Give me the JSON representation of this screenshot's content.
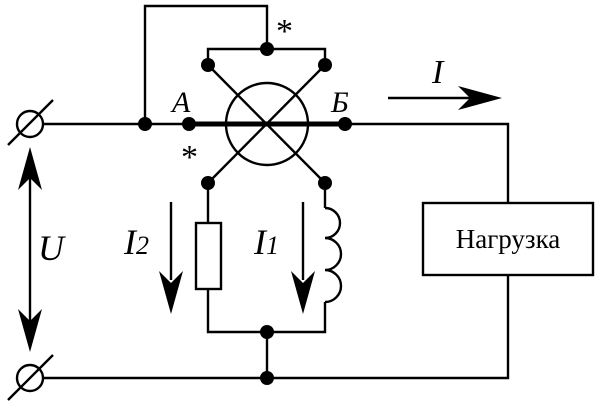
{
  "diagram": {
    "type": "electrical-circuit",
    "description": "Wattmeter connection with resistive and inductive branches feeding a load",
    "labels": {
      "node_a": "А",
      "node_b": "Б",
      "current_total": "I",
      "current_1": "I",
      "current_1_sub": "1",
      "current_2": "I",
      "current_2_sub": "2",
      "voltage": "U",
      "star_top": "*",
      "star_left": "*",
      "load": "Нагрузка"
    },
    "components": [
      {
        "id": "wattmeter",
        "kind": "wattmeter-circle-cross"
      },
      {
        "id": "resistor",
        "kind": "resistor"
      },
      {
        "id": "inductor",
        "kind": "inductor",
        "turns": 3
      },
      {
        "id": "load",
        "kind": "load-box"
      },
      {
        "id": "terminal-top",
        "kind": "terminal"
      },
      {
        "id": "terminal-bottom",
        "kind": "terminal"
      }
    ],
    "colors": {
      "line": "#000000",
      "background": "#ffffff"
    }
  }
}
